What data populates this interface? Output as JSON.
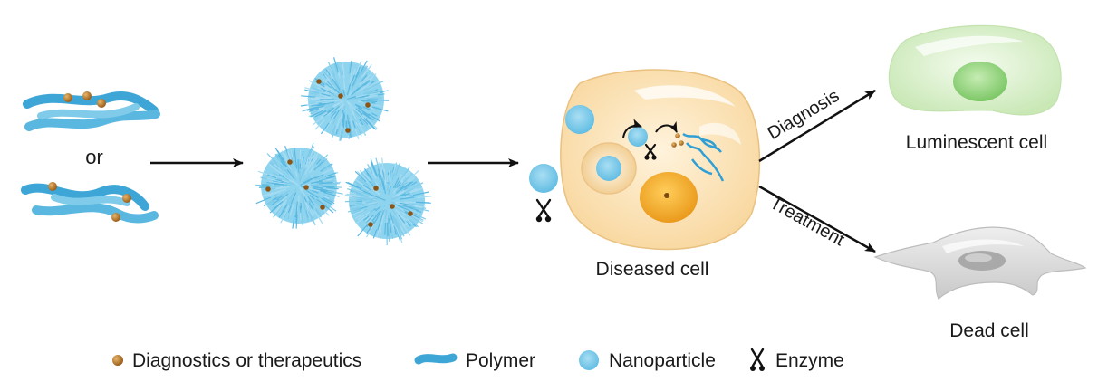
{
  "flow": {
    "or_label": "or",
    "diseased_cell_label": "Diseased cell",
    "luminescent_cell_label": "Luminescent cell",
    "dead_cell_label": "Dead cell",
    "diagnosis_label": "Diagnosis",
    "treatment_label": "Treatment"
  },
  "legend": {
    "drug_label": "Diagnostics or therapeutics",
    "polymer_label": "Polymer",
    "nanoparticle_label": "Nanoparticle",
    "enzyme_label": "Enzyme"
  },
  "colors": {
    "polymer": "#5ab8e0",
    "polymer_dark": "#2f8fc0",
    "nanoparticle": "#7ccbea",
    "drug": "#b8792a",
    "diseased_cell": "#fbe3b8",
    "nucleus": "#f3a62a",
    "luminescent_cell": "#d7efc6",
    "luminescent_nucleus": "#8fd07c",
    "dead_cell": "#d9d9d9",
    "dead_nucleus": "#b3b3b3",
    "arrow": "#111111"
  }
}
